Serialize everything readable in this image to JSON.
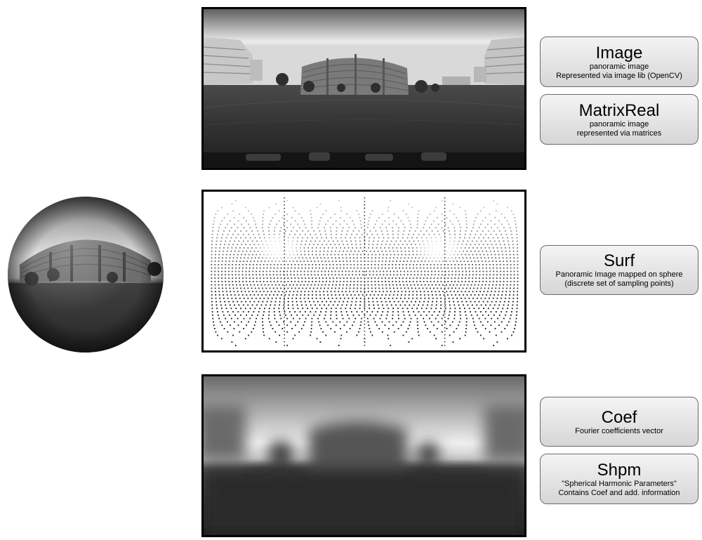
{
  "labels": {
    "image": {
      "title": "Image",
      "line1": "panoramic image",
      "line2": "Represented via image lib (OpenCV)"
    },
    "matrixreal": {
      "title": "MatrixReal",
      "line1": "panoramic image",
      "line2": "represented via matrices"
    },
    "surf": {
      "title": "Surf",
      "line1": "Panoramic Image mapped on sphere",
      "line2": "(discrete set of sampling points)"
    },
    "coef": {
      "title": "Coef",
      "line1": "Fourier coefficients vector"
    },
    "shpm": {
      "title": "Shpm",
      "line1": "\"Spherical Harmonic Parameters\"",
      "line2": "Contains Coef and add. information"
    }
  }
}
